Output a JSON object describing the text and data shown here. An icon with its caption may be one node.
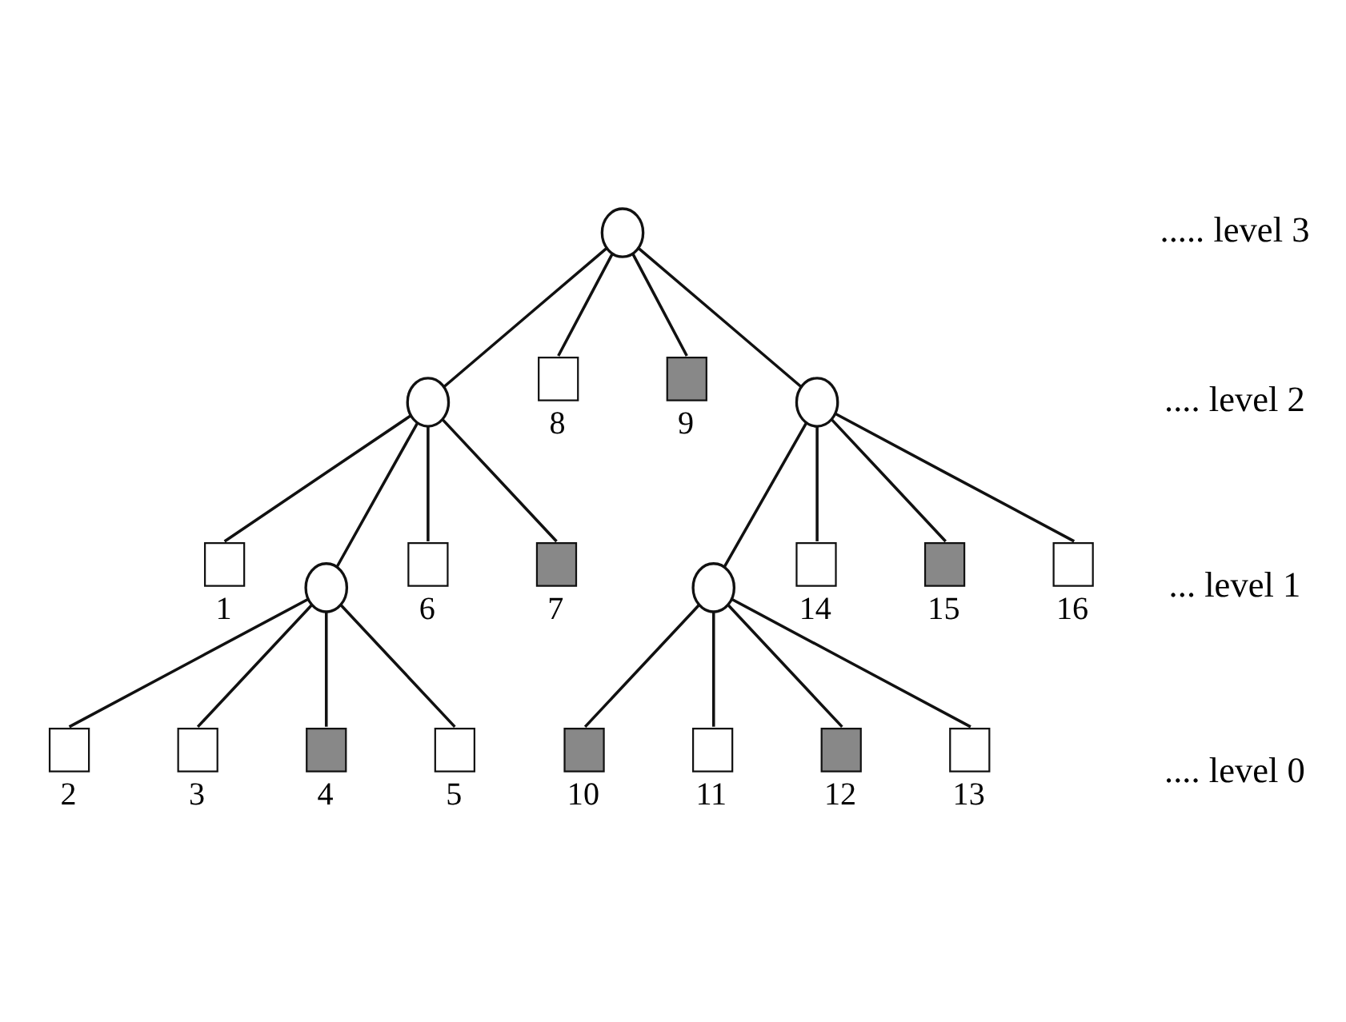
{
  "diagram": {
    "nodes": [
      {
        "text": [],
        "shape": "circle"
      },
      {
        "text": [],
        "shape": "circle"
      },
      {
        "text": [],
        "shape": "box",
        "beside": [
          "8"
        ]
      },
      {
        "text": [],
        "shape": "box",
        "beside": [
          "9"
        ]
      },
      {
        "text": [],
        "shape": "circle"
      },
      {
        "text": [],
        "shape": "box",
        "beside": [
          "1"
        ]
      },
      {
        "text": [],
        "shape": "circle"
      },
      {
        "text": [],
        "shape": "box",
        "beside": [
          "6"
        ]
      },
      {
        "text": [],
        "shape": "box",
        "beside": [
          "7"
        ]
      },
      {
        "text": [],
        "shape": "circle"
      },
      {
        "text": [],
        "shape": "box",
        "beside": [
          "14"
        ]
      },
      {
        "text": [],
        "shape": "box",
        "beside": [
          "15"
        ]
      },
      {
        "text": [],
        "shape": "box",
        "beside": [
          "16"
        ]
      },
      {
        "text": [],
        "shape": "box",
        "beside": [
          "2"
        ]
      },
      {
        "text": [],
        "shape": "box",
        "beside": [
          "3"
        ]
      },
      {
        "text": [],
        "shape": "box",
        "beside": [
          "4"
        ]
      },
      {
        "text": [],
        "shape": "box",
        "beside": [
          "5"
        ]
      },
      {
        "text": [],
        "shape": "box",
        "beside": [
          "10"
        ]
      },
      {
        "text": [],
        "shape": "box",
        "beside": [
          "11"
        ]
      },
      {
        "text": [],
        "shape": "box",
        "beside": [
          "12"
        ]
      },
      {
        "text": [],
        "shape": "box",
        "beside": [
          "13"
        ]
      }
    ],
    "edges": [
      {
        "from": 0,
        "to": 1,
        "arrow": "none"
      },
      {
        "from": 0,
        "to": 2,
        "arrow": "none"
      },
      {
        "from": 0,
        "to": 3,
        "arrow": "none"
      },
      {
        "from": 0,
        "to": 4,
        "arrow": "none"
      },
      {
        "from": 1,
        "to": 5,
        "arrow": "none"
      },
      {
        "from": 1,
        "to": 6,
        "arrow": "none"
      },
      {
        "from": 1,
        "to": 7,
        "arrow": "none"
      },
      {
        "from": 1,
        "to": 8,
        "arrow": "none"
      },
      {
        "from": 4,
        "to": 9,
        "arrow": "none"
      },
      {
        "from": 4,
        "to": 10,
        "arrow": "none"
      },
      {
        "from": 4,
        "to": 11,
        "arrow": "none"
      },
      {
        "from": 4,
        "to": 12,
        "arrow": "none"
      },
      {
        "from": 6,
        "to": 13,
        "arrow": "none"
      },
      {
        "from": 6,
        "to": 14,
        "arrow": "none"
      },
      {
        "from": 6,
        "to": 15,
        "arrow": "none"
      },
      {
        "from": 6,
        "to": 16,
        "arrow": "none"
      },
      {
        "from": 9,
        "to": 17,
        "arrow": "none"
      },
      {
        "from": 9,
        "to": 18,
        "arrow": "none"
      },
      {
        "from": 9,
        "to": 19,
        "arrow": "none"
      },
      {
        "from": 9,
        "to": 20,
        "arrow": "none"
      }
    ],
    "labels": [
      "..... level 3",
      ".... level 2",
      "... level 1",
      ".... level 0"
    ]
  }
}
